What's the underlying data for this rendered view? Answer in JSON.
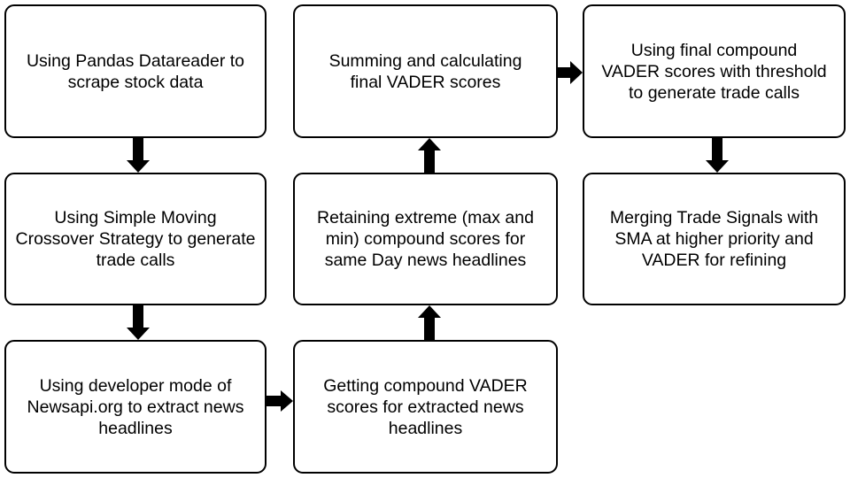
{
  "diagram": {
    "boxes": [
      {
        "id": "b1",
        "text": "Using Pandas Datareader to scrape stock data"
      },
      {
        "id": "b2",
        "text": "Using Simple Moving Crossover Strategy to generate trade calls"
      },
      {
        "id": "b3",
        "text": "Using developer mode of Newsapi.org to extract news headlines"
      },
      {
        "id": "b4",
        "text": "Getting compound VADER scores for extracted news headlines"
      },
      {
        "id": "b5",
        "text": "Retaining extreme (max and min) compound scores for same Day news headlines"
      },
      {
        "id": "b6",
        "text": "Summing and calculating final VADER scores"
      },
      {
        "id": "b7",
        "text": "Using final compound VADER scores with threshold to generate trade calls"
      },
      {
        "id": "b8",
        "text": "Merging Trade Signals with SMA at higher priority and VADER for refining"
      }
    ],
    "arrows": [
      {
        "from": "b1",
        "to": "b2",
        "direction": "down"
      },
      {
        "from": "b2",
        "to": "b3",
        "direction": "down"
      },
      {
        "from": "b3",
        "to": "b4",
        "direction": "right"
      },
      {
        "from": "b4",
        "to": "b5",
        "direction": "up"
      },
      {
        "from": "b5",
        "to": "b6",
        "direction": "up"
      },
      {
        "from": "b6",
        "to": "b7",
        "direction": "right"
      },
      {
        "from": "b7",
        "to": "b8",
        "direction": "down"
      }
    ],
    "colors": {
      "border": "#000000",
      "background": "#ffffff",
      "arrow": "#000000",
      "text": "#000000"
    }
  }
}
